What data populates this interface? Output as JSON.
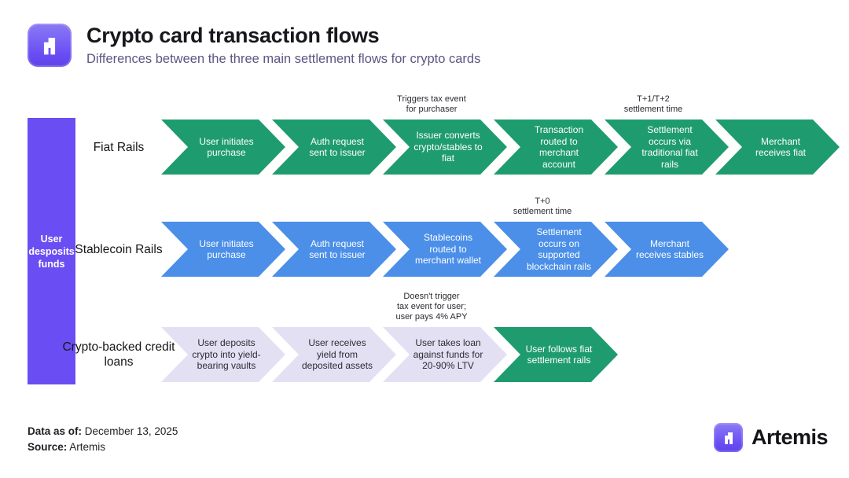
{
  "header": {
    "title": "Crypto card transaction flows",
    "subtitle": "Differences between the three main settlement flows for crypto cards"
  },
  "left_bar": {
    "text": "User desposits funds",
    "color": "#6a4ef3"
  },
  "colors": {
    "fiat_green": "#1f9c6f",
    "stablecoin_blue": "#4b8fe8",
    "loan_lavender": "#e4e0f4",
    "accent_purple": "#6a4ef3"
  },
  "rows": [
    {
      "label": "Fiat Rails",
      "color": "#1f9c6f",
      "text_color": "#ffffff",
      "steps": [
        {
          "text": "User initiates purchase"
        },
        {
          "text": "Auth request sent to issuer"
        },
        {
          "text": "Issuer converts crypto/stables to fiat",
          "note": "Triggers tax event\nfor purchaser"
        },
        {
          "text": "Transaction routed to merchant account"
        },
        {
          "text": "Settlement occurs via traditional fiat rails",
          "note": "T+1/T+2\nsettlement time"
        },
        {
          "text": "Merchant receives fiat"
        }
      ]
    },
    {
      "label": "Stablecoin Rails",
      "color": "#4b8fe8",
      "text_color": "#ffffff",
      "steps": [
        {
          "text": "User initiates purchase"
        },
        {
          "text": "Auth request sent to issuer"
        },
        {
          "text": "Stablecoins routed to merchant wallet"
        },
        {
          "text": "Settlement occurs on supported blockchain rails",
          "note": "T+0\nsettlement time"
        },
        {
          "text": "Merchant receives stables"
        }
      ]
    },
    {
      "label": "Crypto-backed credit loans",
      "color": "#e4e0f4",
      "text_color": "#2b2b33",
      "steps": [
        {
          "text": "User deposits crypto into yield-bearing vaults"
        },
        {
          "text": "User receives yield from deposited assets"
        },
        {
          "text": "User takes loan against funds for 20-90% LTV",
          "note": "Doesn't trigger\ntax event for user;\nuser pays 4% APY"
        },
        {
          "text": "User follows fiat settlement rails",
          "color": "#1f9c6f",
          "text_color": "#ffffff"
        }
      ]
    }
  ],
  "footer": {
    "data_label": "Data as of:",
    "data_value": "December 13, 2025",
    "source_label": "Source:",
    "source_value": "Artemis",
    "brand": "Artemis"
  }
}
